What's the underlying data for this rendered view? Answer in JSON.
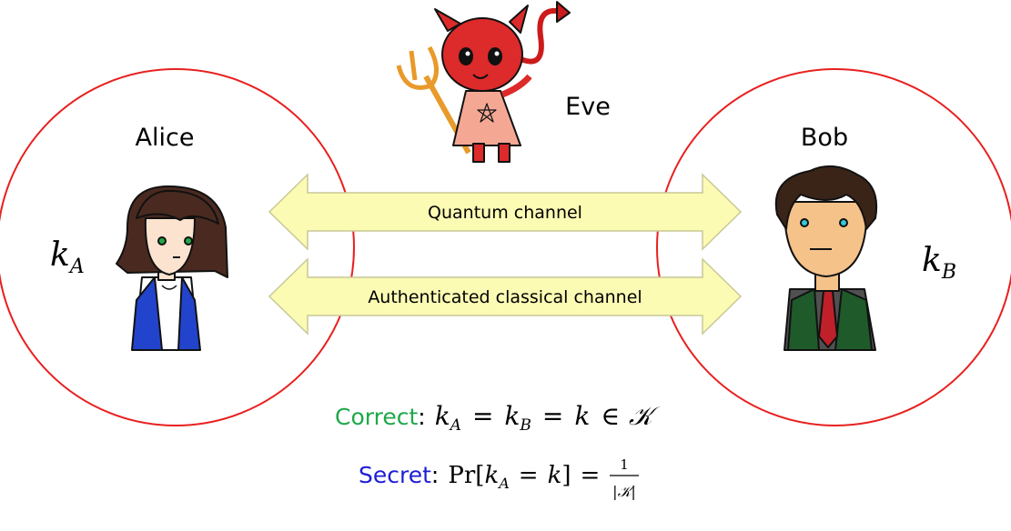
{
  "parties": {
    "alice": {
      "name": "Alice",
      "key_main": "k",
      "key_sub": "A"
    },
    "bob": {
      "name": "Bob",
      "key_main": "k",
      "key_sub": "B"
    },
    "eve": {
      "name": "Eve"
    }
  },
  "channels": {
    "quantum": "Quantum channel",
    "classical": "Authenticated classical channel"
  },
  "conditions": {
    "correct": {
      "word": "Correct",
      "colon": ":",
      "k": "k",
      "subA": "A",
      "eq1": "=",
      "subB": "B",
      "eq2": "=",
      "elem": "∈",
      "set": "𝒦"
    },
    "secret": {
      "word": "Secret",
      "colon": ":",
      "pr": "Pr",
      "lbr": "[",
      "k": "k",
      "subA": "A",
      "eq1": "=",
      "rbr": "]",
      "eq2": "=",
      "num": "1",
      "den": "|𝒦|"
    }
  },
  "colors": {
    "circle": "#e8201f",
    "arrow_fill": "#fbfbb4",
    "arrow_stroke": "#c8c896",
    "correct": "#1fa84a",
    "secret": "#1d1dd6"
  }
}
